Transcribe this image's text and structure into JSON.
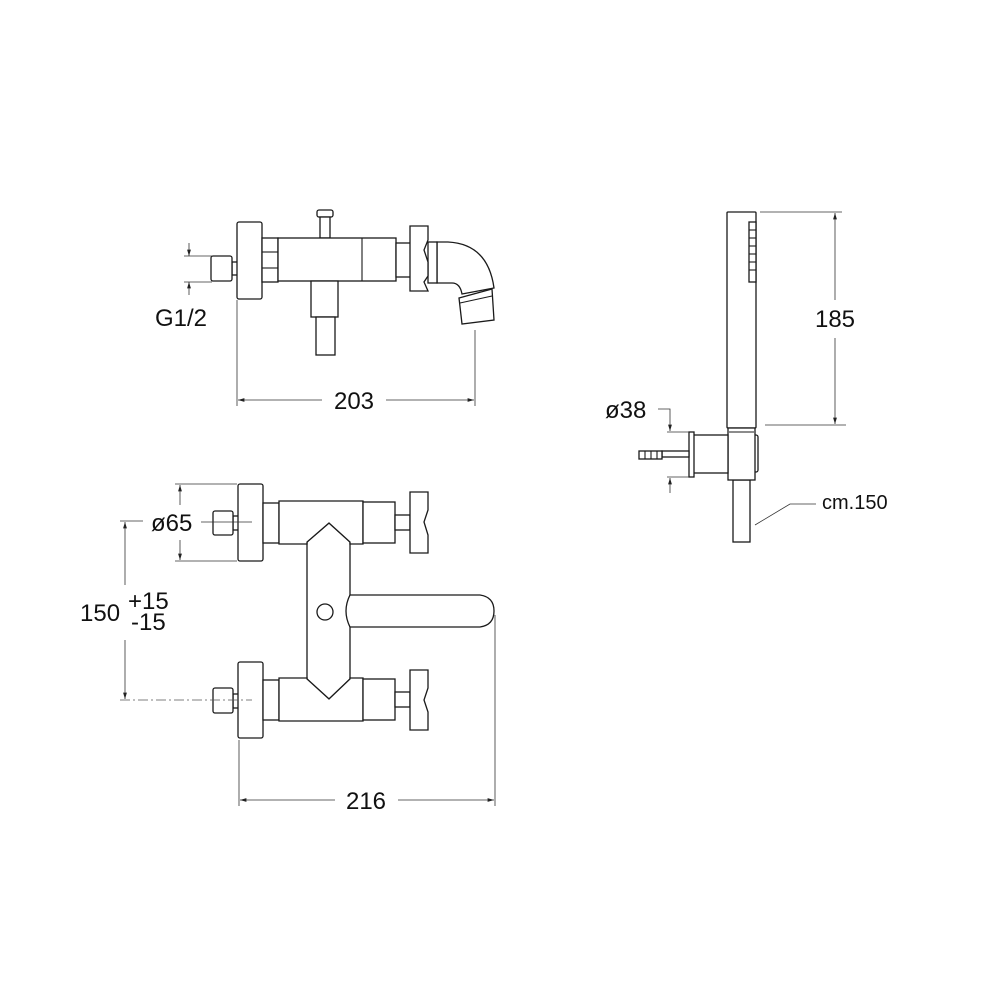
{
  "side_view": {
    "inlet_thread_label": "G1/2",
    "width_label": "203"
  },
  "front_view": {
    "flange_diameter_label": "ø65",
    "center_distance_label": "150",
    "tolerance_plus": "+15",
    "tolerance_minus": "-15",
    "width_label": "216"
  },
  "hand_shower": {
    "height_label": "185",
    "holder_diameter_label": "ø38",
    "hose_length_label": "cm.150"
  },
  "colors": {
    "line": "#1a1a1a",
    "background": "#ffffff"
  }
}
